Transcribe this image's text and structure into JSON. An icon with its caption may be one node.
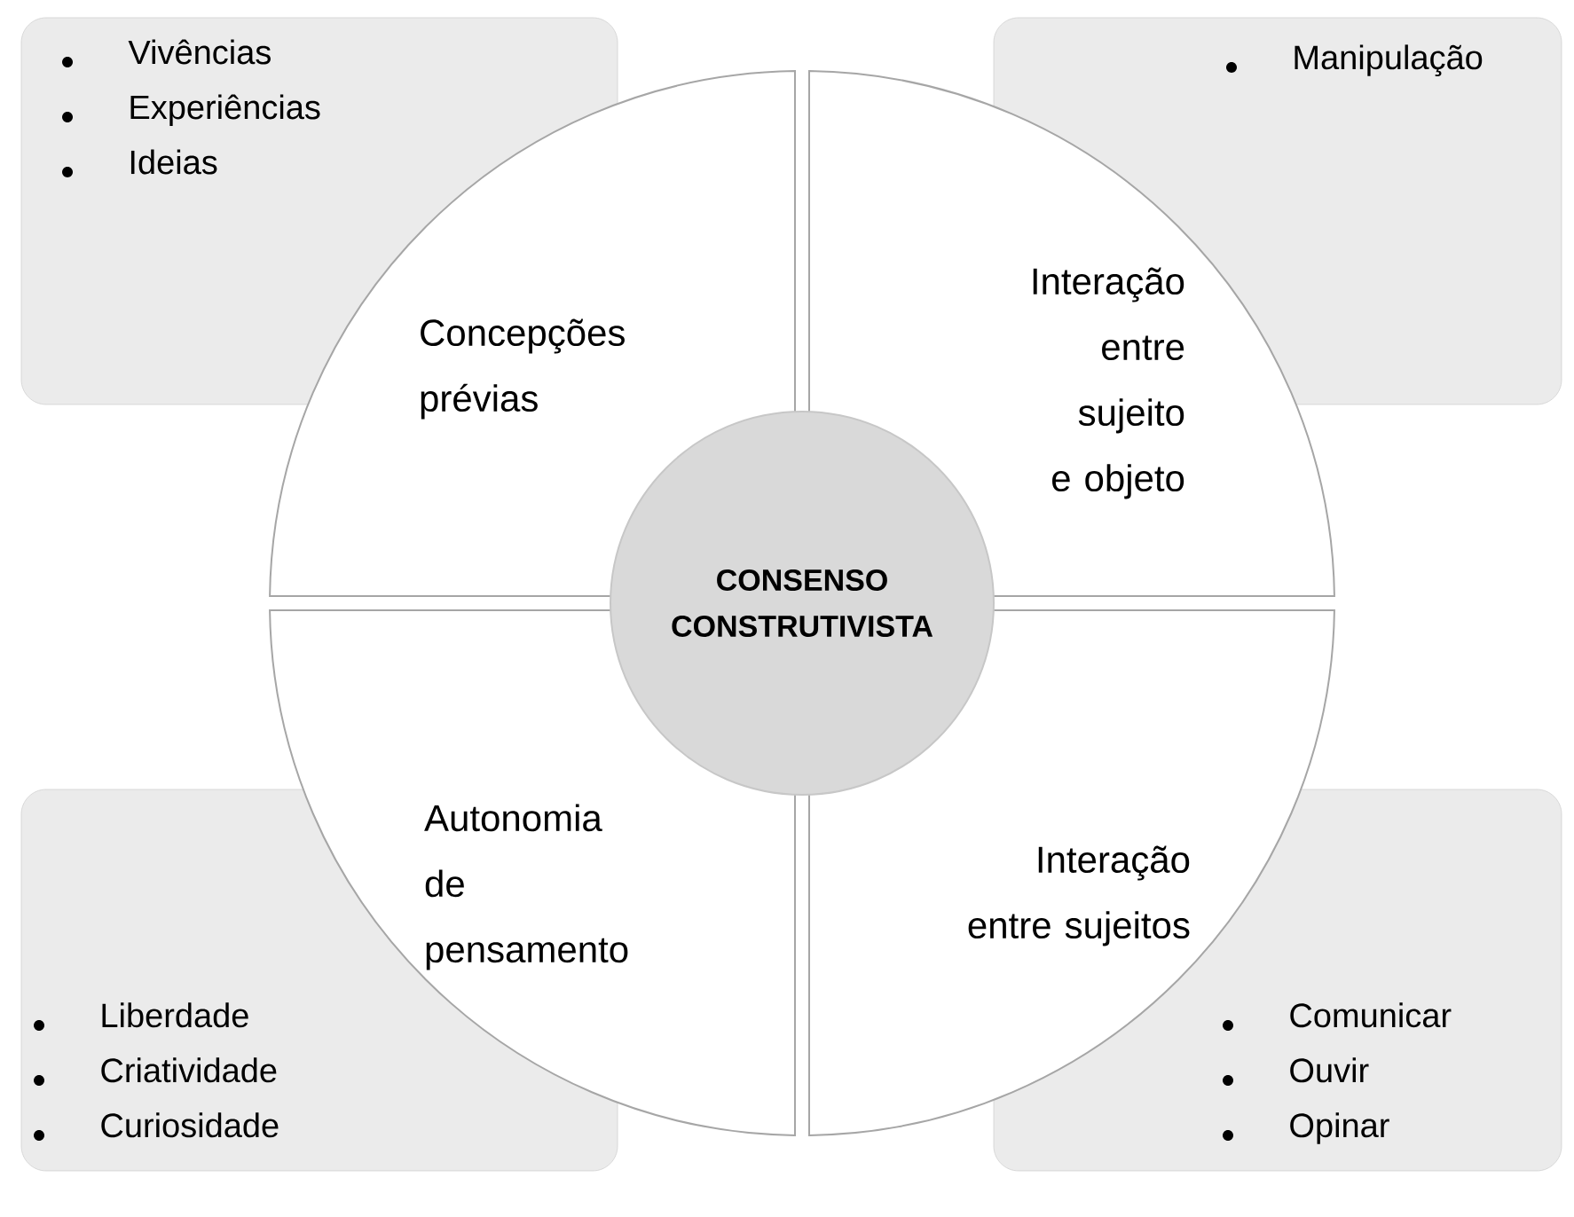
{
  "diagram": {
    "nodes": [
      {
        "text": [
          "Vivências",
          "Experiências",
          "Ideias"
        ]
      },
      {
        "text": [
          "Concepções prévias"
        ]
      },
      {
        "text": [
          "Interação entre sujeito e objeto"
        ]
      },
      {
        "text": [
          "Manipulação"
        ]
      },
      {
        "text": [
          "CONSENSO CONSTRUTIVISTA"
        ]
      },
      {
        "text": [
          "Autonomia de pensamento"
        ]
      },
      {
        "text": [
          "Interação entre sujeitos"
        ]
      },
      {
        "text": [
          "Liberdade",
          "Criatividade",
          "Curiosidade"
        ]
      },
      {
        "text": [
          "Comunicar",
          "Ouvir",
          "Opinar"
        ]
      }
    ]
  }
}
